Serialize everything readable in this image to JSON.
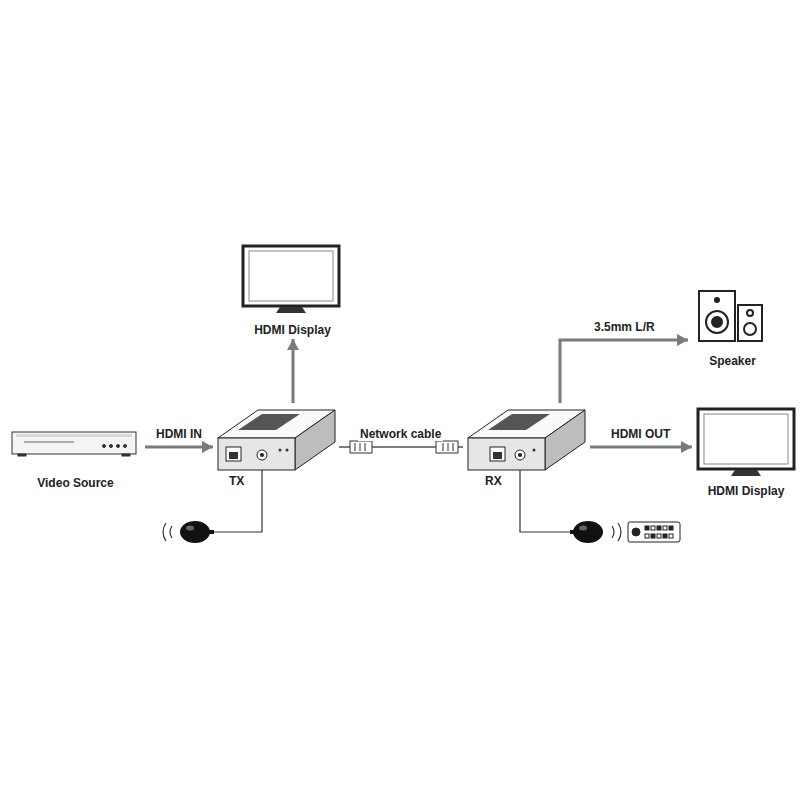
{
  "diagram": {
    "nodes": [
      {
        "text": [
          "HDMI Display"
        ]
      },
      {
        "text": [
          "Speaker"
        ]
      },
      {
        "text": [
          "Video Source"
        ]
      },
      {
        "text": [
          "TX"
        ]
      },
      {
        "text": [
          "RX"
        ]
      },
      {
        "text": [
          "HDMI Display"
        ]
      }
    ],
    "edges": [
      {
        "from": 2,
        "to": 3,
        "label": "HDMI IN",
        "arrow": "to"
      },
      {
        "from": 3,
        "to": 0,
        "arrow": "to"
      },
      {
        "from": 3,
        "to": 4,
        "label": "Network cable",
        "arrow": "none"
      },
      {
        "from": 4,
        "to": 1,
        "label": "3.5mm L/R",
        "arrow": "to"
      },
      {
        "from": 4,
        "to": 5,
        "label": "HDMI OUT",
        "arrow": "to"
      }
    ]
  }
}
